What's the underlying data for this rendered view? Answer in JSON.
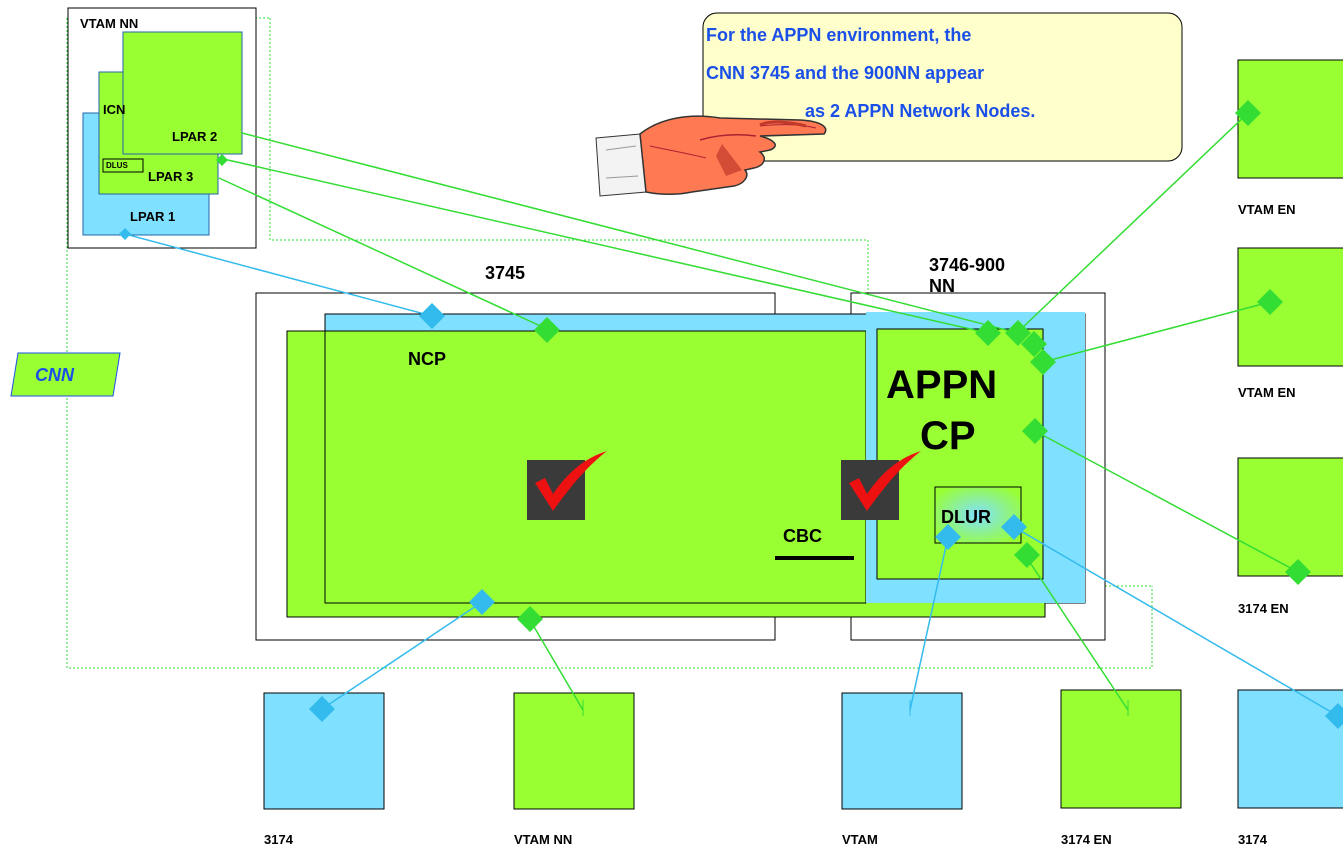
{
  "colors": {
    "green": "#99ff33",
    "blue": "#80e0ff",
    "green_line": "#33dd33",
    "blue_line": "#33bbee",
    "check_red": "#ee1111",
    "check_box": "#3a3a3a",
    "callout_bg": "#ffffcc",
    "callout_text": "#1a4fe8"
  },
  "callout": {
    "line1": "For the APPN environment, the",
    "line2": "CNN 3745 and the 900NN appear",
    "line3": "as 2 APPN  Network Nodes."
  },
  "icons": {
    "hand": "pointing-hand-icon",
    "check": "checkmark-icon"
  },
  "host": {
    "title": "VTAM  NN",
    "icn": "ICN",
    "lpar2": "LPAR 2",
    "lpar3": "LPAR 3",
    "lpar1": "LPAR 1",
    "dlus": "DLUS"
  },
  "cnn_label": "CNN",
  "controller_3745": {
    "title": "3745",
    "ncp": "NCP"
  },
  "controller_900": {
    "title_line1": "3746-900",
    "title_line2": "NN",
    "appn": "APPN",
    "cp": "CP",
    "dlur": "DLUR"
  },
  "cbc_label": "CBC",
  "right_nodes": {
    "vtam_en_1": "VTAM EN",
    "vtam_en_2": "VTAM EN",
    "en_3174": "3174 EN"
  },
  "bottom_nodes": {
    "n1": "3174",
    "n2": "VTAM NN",
    "n3": "VTAM",
    "n4": "3174 EN",
    "n5": "3174"
  }
}
